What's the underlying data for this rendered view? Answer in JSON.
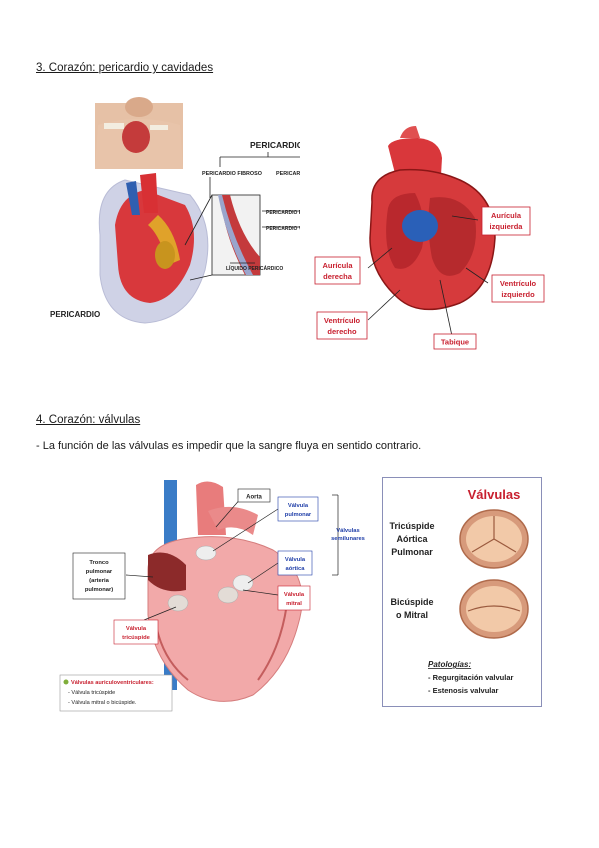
{
  "section3": {
    "heading": "3. Corazón: pericardio y cavidades",
    "figure1": {
      "pericardio_title": "PERICARDIO",
      "fibroso": "PERICARDIO FIBROSO",
      "seroso": "PERICARDIO SEROSO",
      "parietal": "PERICARDIO PARIETAL",
      "visceral": "PERICARDIO VISCERAL",
      "liquido": "LÍQUIDO PERICÁRDICO",
      "pericardio_label": "PERICARDIO"
    },
    "figure2": {
      "auricula_izq_1": "Aurícula",
      "auricula_izq_2": "izquierda",
      "auricula_der_1": "Aurícula",
      "auricula_der_2": "derecha",
      "ventriculo_izq_1": "Ventrículo",
      "ventriculo_izq_2": "izquierdo",
      "ventriculo_der_1": "Ventrículo",
      "ventriculo_der_2": "derecho",
      "tabique": "Tabique"
    }
  },
  "section4": {
    "heading": "4. Corazón: válvulas",
    "paragraph": "- La función de las válvulas es impedir que la sangre fluya en sentido contrario.",
    "figure3": {
      "aorta": "Aorta",
      "pulmonar_1": "Válvula",
      "pulmonar_2": "pulmonar",
      "aortica_1": "Válvula",
      "aortica_2": "aórtica",
      "mitral_1": "Válvula",
      "mitral_2": "mitral",
      "tricuspide_1": "Válvula",
      "tricuspide_2": "tricúspide",
      "semilunares_1": "Válvulas",
      "semilunares_2": "semilunares",
      "tronco_1": "Tronco",
      "tronco_2": "pulmonar",
      "tronco_3": "(arteria",
      "tronco_4": "pulmonar)",
      "av_title": "Válvulas auriculoventriculares:",
      "av_item1": "- Válvula tricúspide",
      "av_item2": "- Válvula mitral o bicúspide."
    },
    "figure4": {
      "title": "Válvulas",
      "tricuspide": "Tricúspide",
      "aortica": "Aórtica",
      "pulmonar": "Pulmonar",
      "bicuspide": "Bicúspide",
      "o_mitral": "o Mitral",
      "patologias": "Patologías:",
      "regurgitacion": "- Regurgitación valvular",
      "estenosis": "- Estenosis valvular"
    }
  }
}
